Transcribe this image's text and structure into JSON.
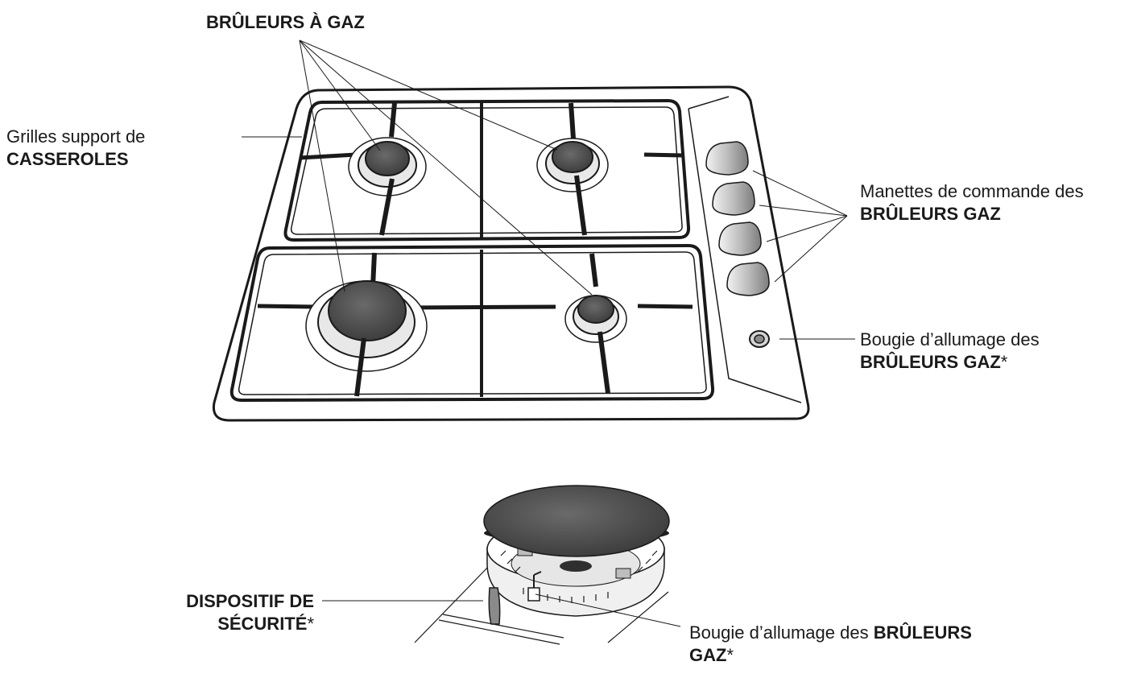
{
  "labels": {
    "burners_title": "BRÛLEURS À GAZ",
    "grids_line1": "Grilles support de",
    "grids_line2": "CASSEROLES",
    "knobs_line1": "Manettes de commande des",
    "knobs_line2": "BRÛLEURS GAZ",
    "igniter_top_line1": "Bougie d’allumage des",
    "igniter_top_line2": "BRÛLEURS GAZ",
    "igniter_top_star": "*",
    "safety_line1": "DISPOSITIF DE",
    "safety_line2": "SÉCURITÉ",
    "safety_star": "*",
    "igniter_bottom_text": "Bougie d’allumage des ",
    "igniter_bottom_bold1": "BRÛLEURS",
    "igniter_bottom_bold2": "GAZ",
    "igniter_bottom_star": "*"
  },
  "colors": {
    "outline": "#1a1a1a",
    "burner_cap": "#555555",
    "burner_cap_dark": "#2f2f2f",
    "metal_light": "#e8e8e8",
    "knob_light": "#d4d4d4",
    "knob_dark": "#8a8a8a"
  }
}
